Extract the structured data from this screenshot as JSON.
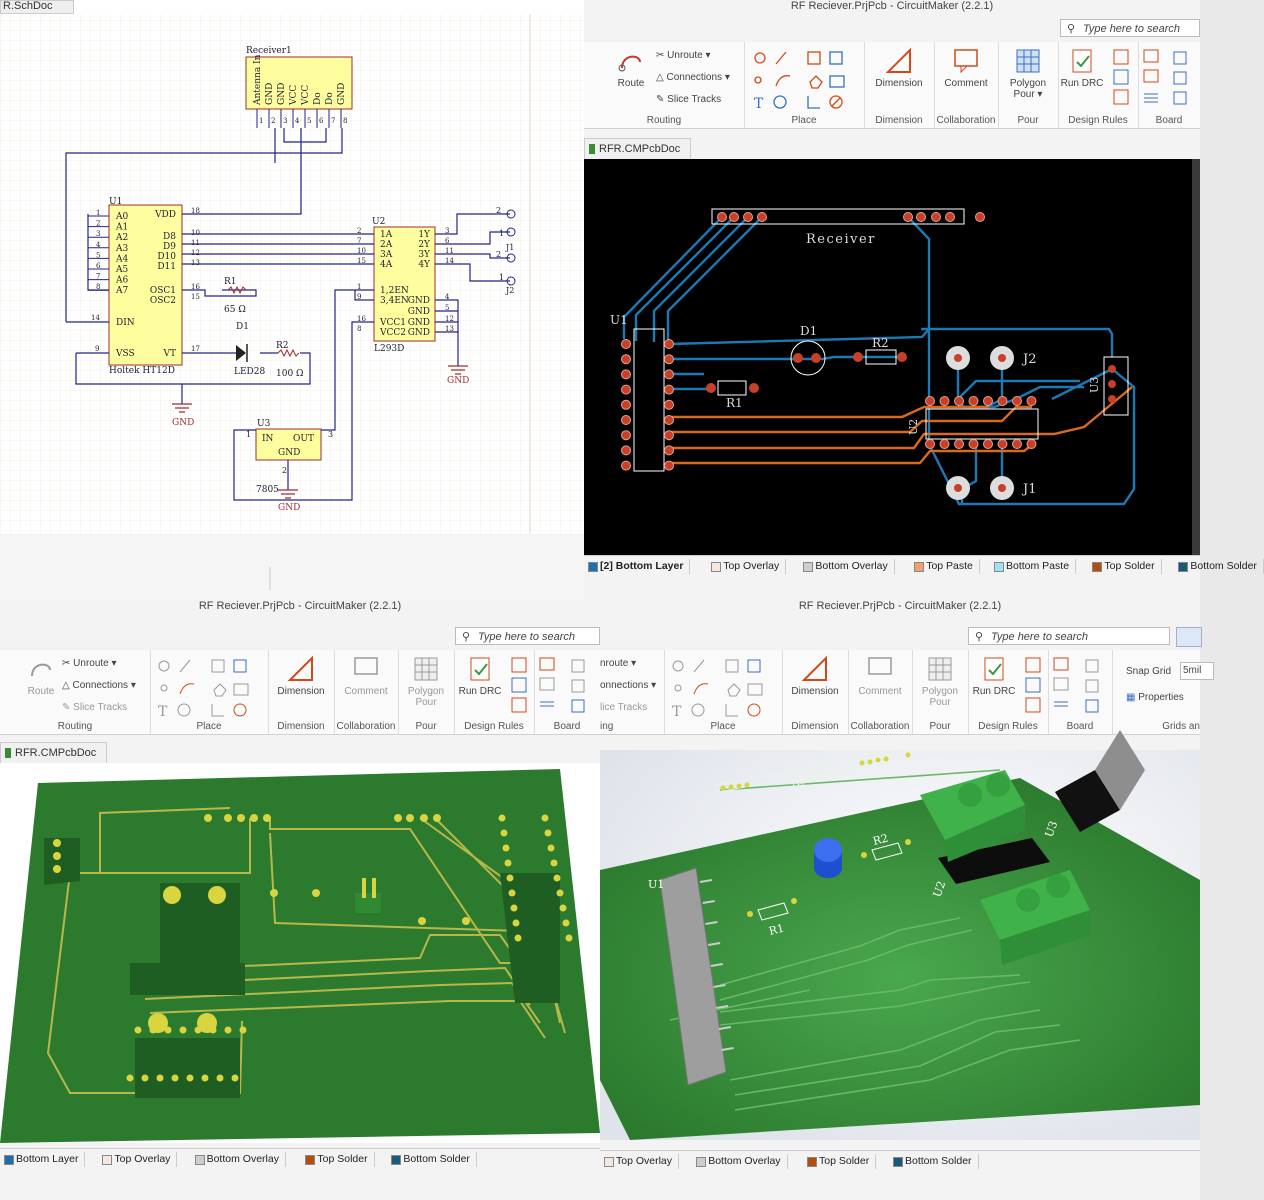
{
  "app": {
    "window_title": "RF Reciever.PrjPcb - CircuitMaker (2.2.1)",
    "search_placeholder": "Type here to search"
  },
  "schematic": {
    "tab_label": "R.SchDoc",
    "receiver": {
      "designator": "Receiver1",
      "pins": [
        "Antenna In",
        "GND",
        "GND",
        "VCC",
        "VCC",
        "Do",
        "Do",
        "GND"
      ],
      "pin_numbers": [
        "1",
        "2",
        "3",
        "4",
        "5",
        "6",
        "7",
        "8"
      ]
    },
    "u1": {
      "designator": "U1",
      "part": "Holtek HT12D",
      "left_pins": [
        "A0",
        "A1",
        "A2",
        "A3",
        "A4",
        "A5",
        "A6",
        "A7"
      ],
      "left_numbers": [
        "1",
        "2",
        "3",
        "4",
        "5",
        "6",
        "7",
        "8"
      ],
      "right_pins": [
        "VDD",
        "D8",
        "D9",
        "D10",
        "D11",
        "OSC1",
        "OSC2"
      ],
      "right_numbers": [
        "18",
        "10",
        "11",
        "12",
        "13",
        "16",
        "15"
      ],
      "din": "DIN",
      "din_number": "14",
      "vss": "VSS",
      "vss_number": "9",
      "vt": "VT",
      "vt_number": "17"
    },
    "u2": {
      "designator": "U2",
      "part": "L293D",
      "left_pins": [
        "1A",
        "2A",
        "3A",
        "4A",
        "1,2EN",
        "3,4EN",
        "VCC1",
        "VCC2"
      ],
      "left_numbers": [
        "2",
        "7",
        "10",
        "15",
        "1",
        "9",
        "16",
        "8"
      ],
      "right_pins": [
        "1Y",
        "2Y",
        "3Y",
        "4Y",
        "GND",
        "GND",
        "GND",
        "GND"
      ],
      "right_numbers": [
        "3",
        "6",
        "11",
        "14",
        "4",
        "5",
        "12",
        "13"
      ]
    },
    "u3": {
      "designator": "U3",
      "part": "7805",
      "in": "IN",
      "out": "OUT",
      "gnd": "GND",
      "in_number": "1",
      "out_number": "3",
      "gnd_number": "2"
    },
    "r1": {
      "designator": "R1",
      "value": "65 Ω"
    },
    "r2": {
      "designator": "R2",
      "value": "100 Ω"
    },
    "d1": {
      "designator": "D1",
      "part": "LED28"
    },
    "j1": {
      "designator": "J1",
      "pins": [
        "2",
        "1"
      ]
    },
    "j2": {
      "designator": "J2",
      "pins": [
        "2",
        "1"
      ]
    },
    "gnd_label": "GND"
  },
  "pcb": {
    "tab_label": "RFR.CMPcbDoc",
    "ribbon": {
      "unroute": "Unroute",
      "connections": "Connections",
      "slice_tracks": "Slice Tracks",
      "route": "Route",
      "routing": "Routing",
      "place": "Place",
      "dimension": "Dimension",
      "comment": "Comment",
      "collaboration": "Collaboration",
      "polygon_pour": "Polygon Pour",
      "pour": "Pour",
      "run_drc": "Run DRC",
      "design_rules": "Design Rules",
      "board": "Board",
      "snap_grid": "Snap Grid",
      "snap_value": "5mil",
      "properties": "Properties",
      "grids": "Grids an"
    },
    "labels": {
      "receiver": "Receiver",
      "u1": "U1",
      "u2": "U2",
      "u3": "U3",
      "d1": "D1",
      "r1": "R1",
      "r2": "R2",
      "j1": "J1",
      "j2": "J2"
    },
    "colors": {
      "board_bg": "#000000",
      "bottom_track": "#1e78b4",
      "top_track": "#d96a1c",
      "pad": "#c8402a"
    }
  },
  "layers_q2": [
    {
      "label": "[2] Bottom Layer",
      "color": "#1e6fb0",
      "active": true
    },
    {
      "label": "Top Overlay",
      "color": "#f5e6e0"
    },
    {
      "label": "Bottom Overlay",
      "color": "#cccccc"
    },
    {
      "label": "Top Paste",
      "color": "#f2a070"
    },
    {
      "label": "Bottom Paste",
      "color": "#a0e0f0"
    },
    {
      "label": "Top Solder",
      "color": "#b05010"
    },
    {
      "label": "Bottom Solder",
      "color": "#1a5a78"
    }
  ],
  "layers_q3": [
    {
      "label": "Bottom Layer",
      "color": "#1e6fb0"
    },
    {
      "label": "Top Overlay",
      "color": "#f5e6e0"
    },
    {
      "label": "Bottom Overlay",
      "color": "#cccccc"
    },
    {
      "label": "Top Solder",
      "color": "#b05010"
    },
    {
      "label": "Bottom Solder",
      "color": "#1a5a78"
    }
  ],
  "layers_q4": [
    {
      "label": "Top Overlay",
      "color": "#f5e6e0"
    },
    {
      "label": "Bottom Overlay",
      "color": "#cccccc"
    },
    {
      "label": "Top Solder",
      "color": "#b05010"
    },
    {
      "label": "Bottom Solder",
      "color": "#1a5a78"
    }
  ]
}
